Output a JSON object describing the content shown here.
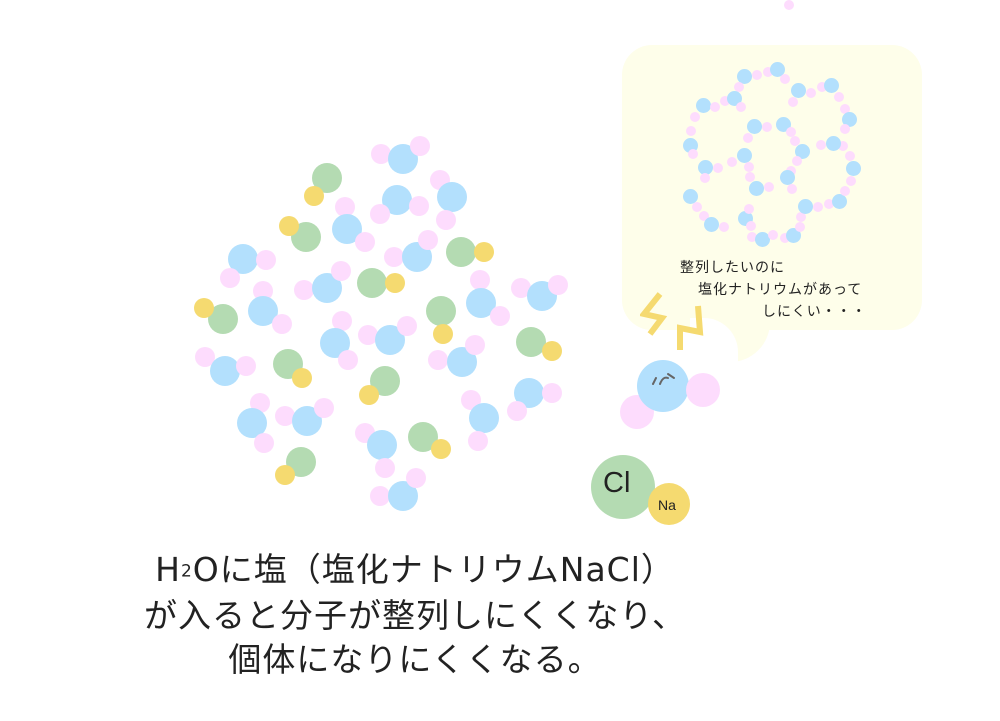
{
  "caption": {
    "line1_pre": "H",
    "line1_sub": "2",
    "line1_post": "Oに塩（塩化ナトリウムNaCl）",
    "line2": "が入ると分子が整列しにくくなり、",
    "line3": "個体になりにくくなる。"
  },
  "speech_bubble": {
    "line1": "整列したいのに",
    "line2": "塩化ナトリウムがあって",
    "line3": "しにくい・・・"
  },
  "ions": {
    "chloride_label": "Cl",
    "sodium_label": "Na"
  },
  "legend_colors": {
    "oxygen": "#b3e0fd",
    "hydrogen": "#fddcfd",
    "chloride": "#b4dbb2",
    "sodium": "#f5da70",
    "bubble": "#fefeea",
    "zigzag": "#f5da70"
  }
}
